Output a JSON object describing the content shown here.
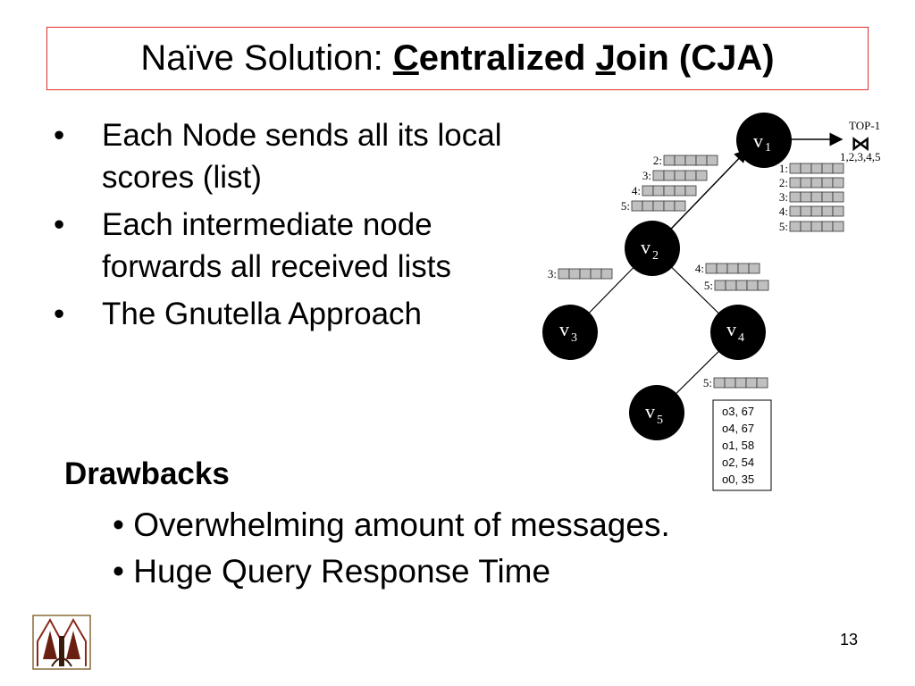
{
  "title": {
    "prefix": "Naïve Solution: ",
    "c_letter": "C",
    "c_rest": "entralized ",
    "j_letter": "J",
    "j_rest": "oin (CJA)"
  },
  "bullets": [
    {
      "marker": "•",
      "text": "Each Node sends all its local scores (list)"
    },
    {
      "marker": "•",
      "text": "Each intermediate node forwards all received lists"
    },
    {
      "marker": "•",
      "text": "The Gnutella Approach"
    }
  ],
  "drawbacks": {
    "heading": "Drawbacks",
    "items": [
      "• Overwhelming amount of  messages.",
      "• Huge Query Response Time"
    ]
  },
  "diagram": {
    "nodes": [
      {
        "main": "v",
        "sub": "1"
      },
      {
        "main": "v",
        "sub": "2"
      },
      {
        "main": "v",
        "sub": "3"
      },
      {
        "main": "v",
        "sub": "4"
      },
      {
        "main": "v",
        "sub": "5"
      }
    ],
    "top1_label": "TOP-1",
    "join_symbol": "⋈",
    "join_lists": "1,2,3,4,5",
    "v1_lists": [
      "1:",
      "2:",
      "3:",
      "4:",
      "5:"
    ],
    "v2_to_v1_lists": [
      "2:",
      "3:",
      "4:",
      "5:"
    ],
    "v3_lists": [
      "3:"
    ],
    "v4_lists": [
      "4:",
      "5:"
    ],
    "v5_lists": [
      "5:"
    ],
    "scores": [
      "o3, 67",
      "o4, 67",
      "o1, 58",
      "o2, 54",
      "o0, 35"
    ]
  },
  "page_number": "13",
  "colors": {
    "title_border": "#e03030",
    "list_cell": "#c0c0c0",
    "node_fill": "#000000"
  }
}
